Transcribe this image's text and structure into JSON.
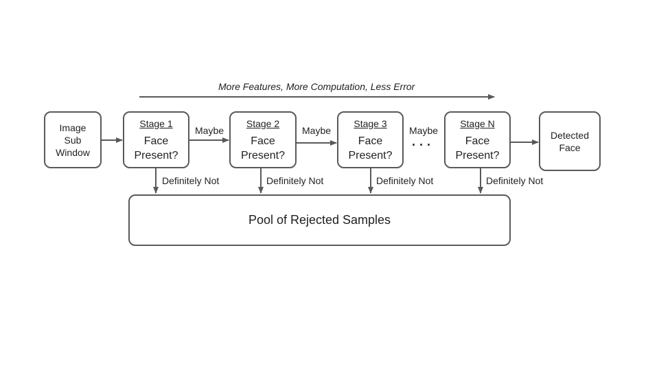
{
  "banner": "More Features, More Computation, Less Error",
  "input": {
    "lines": [
      "Image",
      "Sub",
      "Window"
    ]
  },
  "stages": [
    {
      "title": "Stage 1",
      "q1": "Face",
      "q2": "Present?"
    },
    {
      "title": "Stage 2",
      "q1": "Face",
      "q2": "Present?"
    },
    {
      "title": "Stage 3",
      "q1": "Face",
      "q2": "Present?"
    },
    {
      "title": "Stage N",
      "q1": "Face",
      "q2": "Present?"
    }
  ],
  "edges": {
    "maybe": "Maybe",
    "reject": "Definitely Not",
    "ellipsis": "· · ·"
  },
  "output": {
    "lines": [
      "Detected",
      "Face"
    ]
  },
  "pool": "Pool of Rejected Samples",
  "colors": {
    "stroke": "#595959",
    "text": "#1f1f1f"
  }
}
